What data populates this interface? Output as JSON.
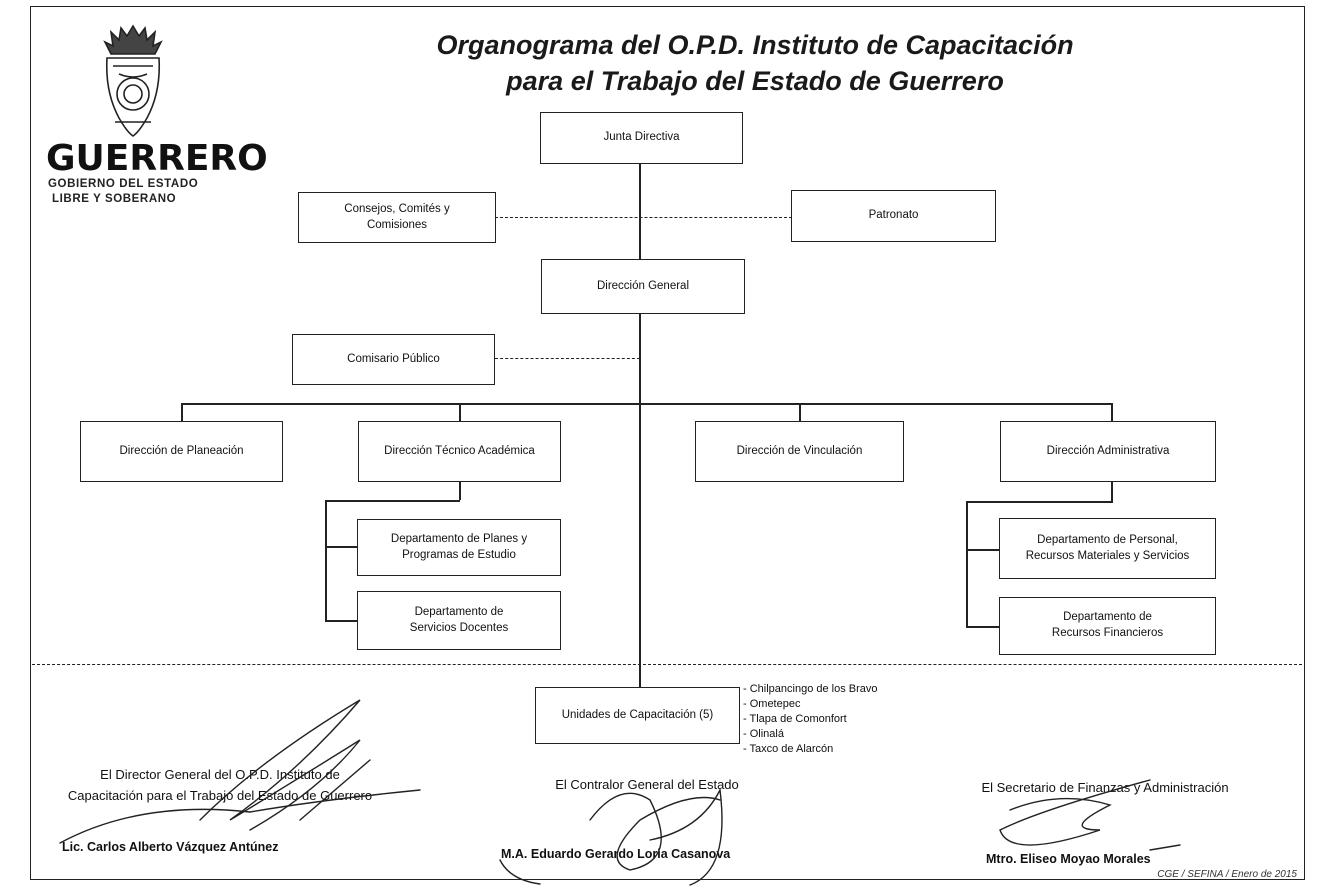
{
  "header": {
    "title_line1": "Organograma del O.P.D. Instituto de Capacitación",
    "title_line2": "para el Trabajo del Estado de Guerrero"
  },
  "logo": {
    "wordmark": "GUERRERO",
    "subtitle_line1": "GOBIERNO DEL ESTADO",
    "subtitle_line2": "LIBRE Y SOBERANO",
    "icon": "state-coat-of-arms-icon"
  },
  "org": {
    "junta": "Junta Directiva",
    "consejos": "Consejos, Comités y\nComisiones",
    "patronato": "Patronato",
    "direccion_general": "Dirección General",
    "comisario": "Comisario Público",
    "planeacion": "Dirección de Planeación",
    "tecnico": "Dirección Técnico Académica",
    "vinculacion": "Dirección de Vinculación",
    "administrativa": "Dirección  Administrativa",
    "planes": "Departamento de  Planes y\nProgramas de Estudio",
    "docentes": "Departamento de\nServicios Docentes",
    "personal": "Departamento de Personal,\nRecursos Materiales y Servicios",
    "financieros": "Departamento de\nRecursos Financieros",
    "unidades": "Unidades de Capacitación (5)"
  },
  "unidades_list": [
    "- Chilpancingo de los Bravo",
    "- Ometepec",
    "- Tlapa de Comonfort",
    "- Olinalá",
    "- Taxco de Alarcón"
  ],
  "signatures": {
    "director_line1": "El Director General del O.P.D. Instituto de",
    "director_line2": "Capacitación para el Trabajo del Estado de Guerrero",
    "director_name": "Lic. Carlos Alberto Vázquez Antúnez",
    "contralor_title": "El Contralor General del Estado",
    "contralor_name": "M.A. Eduardo Gerardo Loria Casanova",
    "secretario_title": "El Secretario de Finanzas y Administración",
    "secretario_name": "Mtro. Eliseo Moyao Morales"
  },
  "footer": "CGE / SEFINA / Enero de 2015"
}
